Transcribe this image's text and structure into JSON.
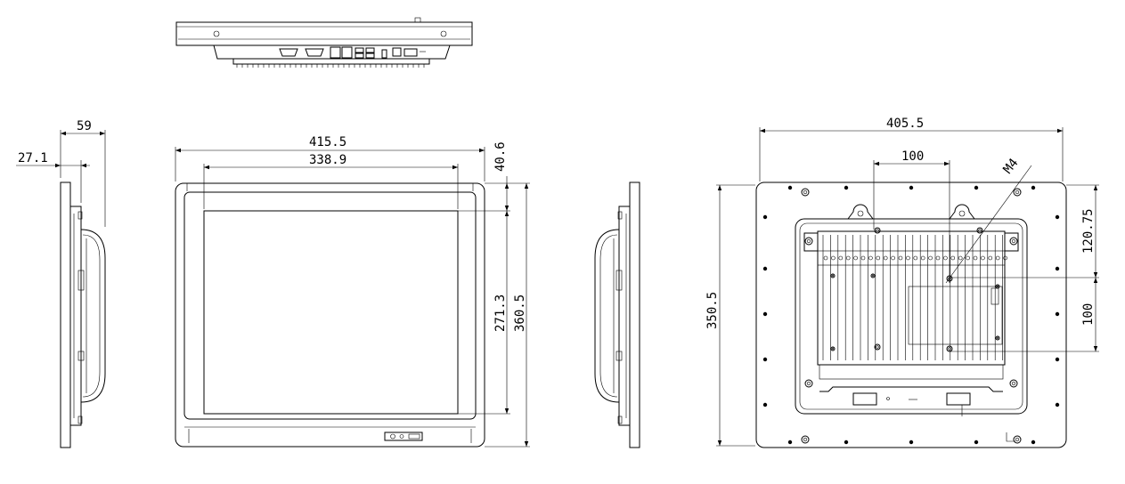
{
  "dimensions": {
    "side_depth": "59",
    "side_offset": "27.1",
    "front_width": "415.5",
    "front_inner_width": "338.9",
    "front_top_offset": "40.6",
    "front_inner_height": "271.3",
    "front_height": "360.5",
    "rear_width": "405.5",
    "rear_vesa_width": "100",
    "rear_screw_label": "M4",
    "rear_top_offset": "120.75",
    "rear_vesa_height": "100",
    "rear_height": "350.5"
  }
}
